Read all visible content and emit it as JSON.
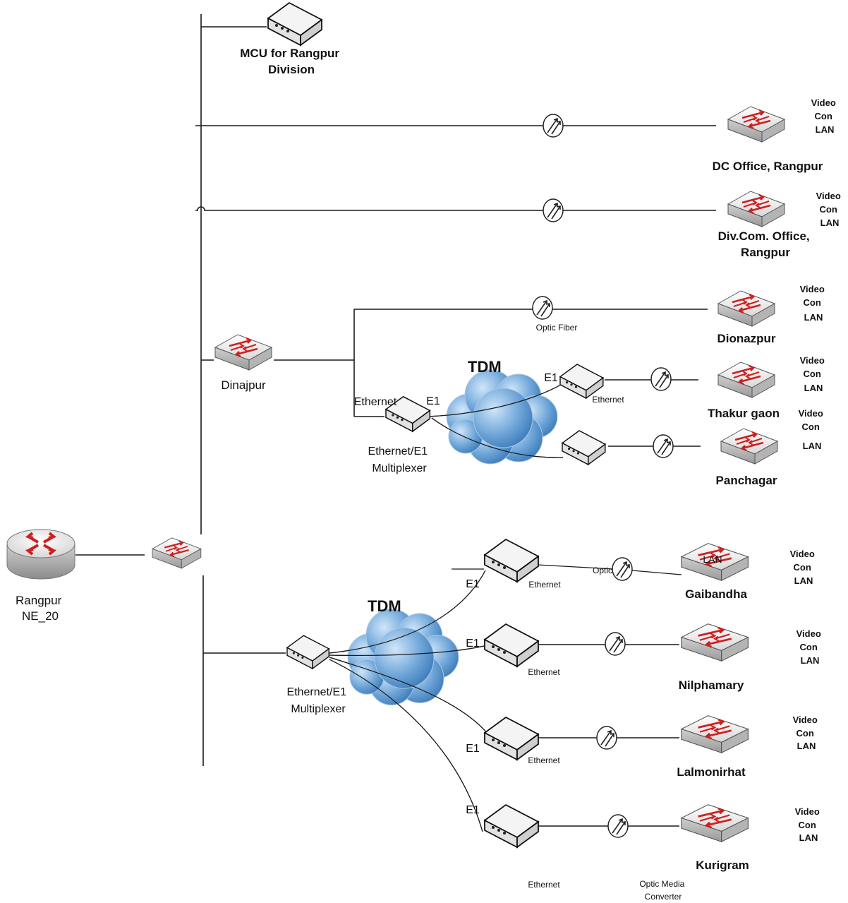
{
  "rangpur": {
    "line1": "Rangpur",
    "line2": "NE_20"
  },
  "mcu": {
    "line1": "MCU for Rangpur",
    "line2": "Division"
  },
  "dc_office": {
    "label": "DC Office, Rangpur"
  },
  "divcom": {
    "line1": "Div.Com.  Office,",
    "line2": "Rangpur"
  },
  "dinajpur": {
    "label": "Dinajpur"
  },
  "dionazpur": {
    "label": "Dionazpur"
  },
  "thakurgaon": {
    "label": "Thakur gaon"
  },
  "panchagar": {
    "label": "Panchagar"
  },
  "gaibandha": {
    "label": "Gaibandha"
  },
  "nilphamary": {
    "label": "Nilphamary"
  },
  "lalmonirhat": {
    "label": "Lalmonirhat"
  },
  "kurigram": {
    "label": "Kurigram"
  },
  "vcl": {
    "l1": "Video",
    "l2": "Con",
    "l3": "LAN"
  },
  "tdm": "TDM",
  "ethernet": "Ethernet",
  "e1": "E1",
  "mux": {
    "line1": "Ethernet/E1",
    "line2": "Multiplexer"
  },
  "optic_fiber": "Optic Fiber",
  "optic_short": "Optic",
  "lan": "LAN",
  "optic_media": {
    "line1": "Optic Media",
    "line2": "Converter"
  },
  "colors": {
    "accent_red": "#cc2020",
    "cloud_blue": "#4a8cc8"
  }
}
